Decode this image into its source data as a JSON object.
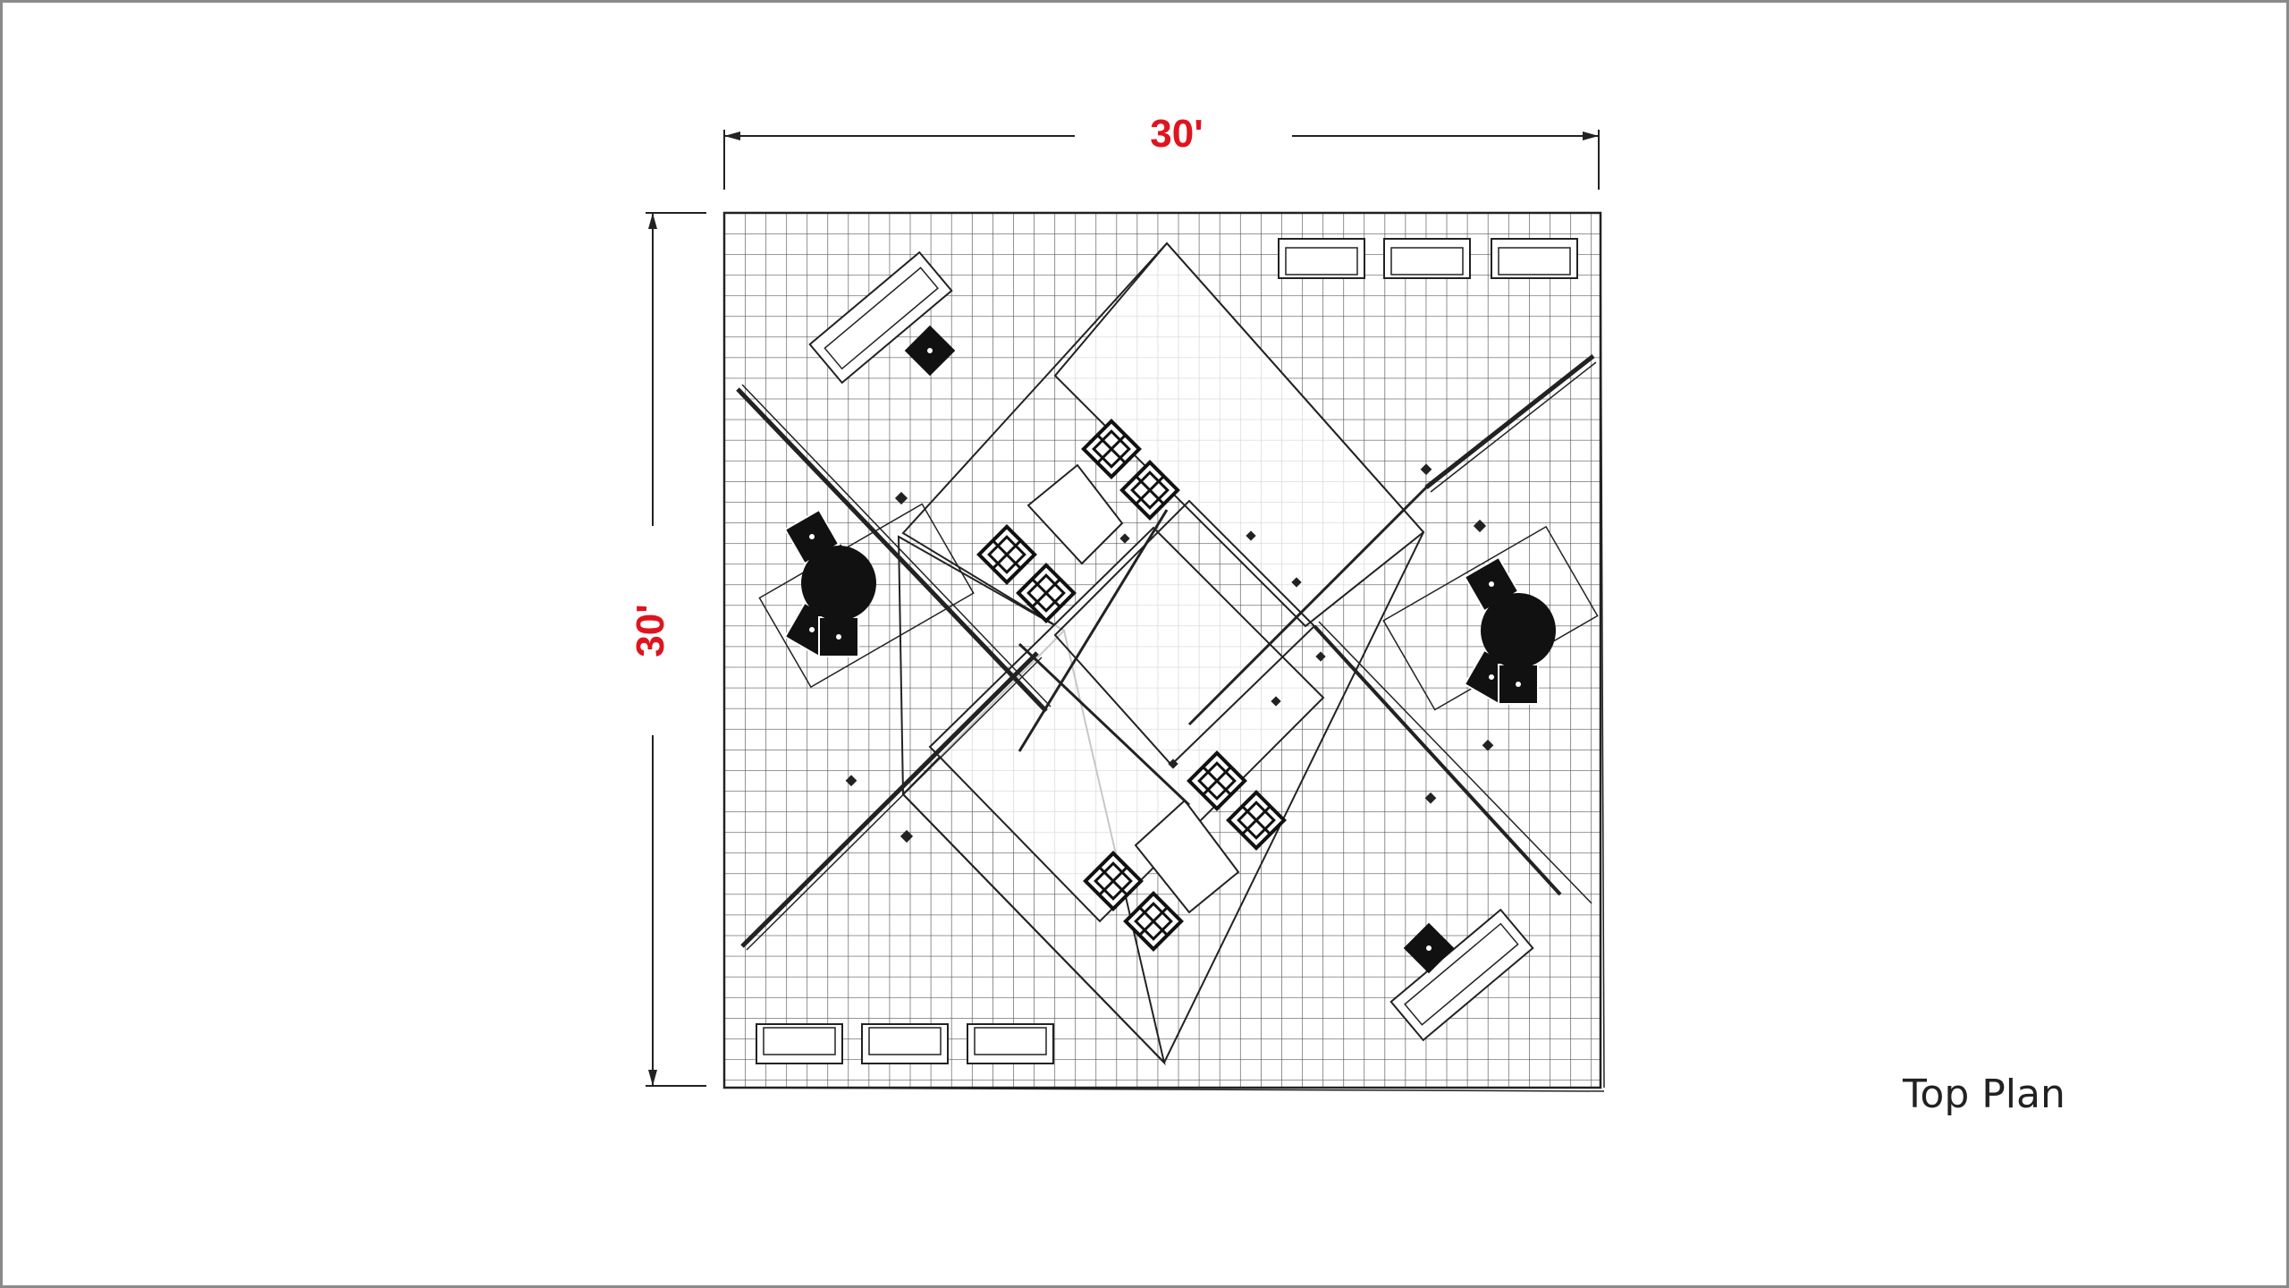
{
  "dimensions": {
    "width_label": "30'",
    "depth_label": "30'"
  },
  "caption": "Top Plan",
  "colors": {
    "dimension_text": "#e0141e",
    "linework": "#222222",
    "grid": "#555555",
    "frame": "#8a8a8a"
  }
}
